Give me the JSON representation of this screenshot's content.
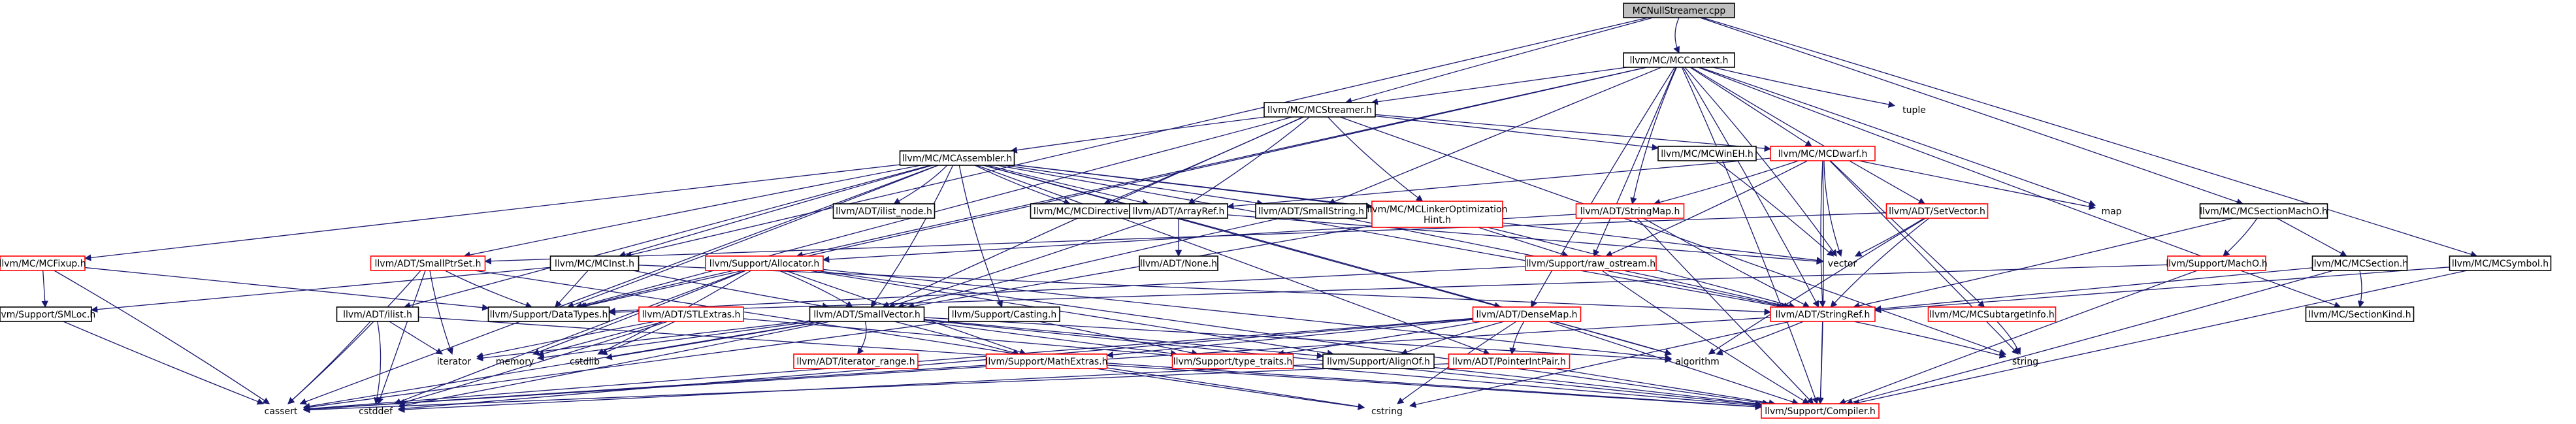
{
  "root": "MCNullStreamer.cpp",
  "nodes": [
    {
      "id": "root",
      "label": "MCNullStreamer.cpp",
      "style": "root"
    },
    {
      "id": "mccontext",
      "label": "llvm/MC/MCContext.h",
      "style": "black"
    },
    {
      "id": "tuple",
      "label": "tuple",
      "style": "plain"
    },
    {
      "id": "mcstreamer",
      "label": "llvm/MC/MCStreamer.h",
      "style": "black"
    },
    {
      "id": "mcdwarf",
      "label": "llvm/MC/MCDwarf.h",
      "style": "red"
    },
    {
      "id": "mcwinhe",
      "label": "llvm/MC/MCWinEH.h",
      "style": "black"
    },
    {
      "id": "mcassembler",
      "label": "llvm/MC/MCAssembler.h",
      "style": "black"
    },
    {
      "id": "map",
      "label": "map",
      "style": "plain"
    },
    {
      "id": "mcsectionmacho",
      "label": "llvm/MC/MCSectionMachO.h",
      "style": "black"
    },
    {
      "id": "mcsymbol",
      "label": "llvm/MC/MCSymbol.h",
      "style": "black"
    },
    {
      "id": "ilistnode",
      "label": "llvm/ADT/ilist_node.h",
      "style": "black"
    },
    {
      "id": "mcdirectives",
      "label": "llvm/MC/MCDirectives.h",
      "style": "black"
    },
    {
      "id": "arrayref",
      "label": "llvm/ADT/ArrayRef.h",
      "style": "black"
    },
    {
      "id": "smallstring",
      "label": "llvm/ADT/SmallString.h",
      "style": "black"
    },
    {
      "id": "mclinker",
      "label": "llvm/MC/MCLinkerOptimization\nHint.h",
      "style": "red"
    },
    {
      "id": "stringmap",
      "label": "llvm/ADT/StringMap.h",
      "style": "red"
    },
    {
      "id": "setvector",
      "label": "llvm/ADT/SetVector.h",
      "style": "red"
    },
    {
      "id": "mcfixup",
      "label": "llvm/MC/MCFixup.h",
      "style": "red"
    },
    {
      "id": "smallptrset",
      "label": "llvm/ADT/SmallPtrSet.h",
      "style": "red"
    },
    {
      "id": "mcinst",
      "label": "llvm/MC/MCInst.h",
      "style": "black"
    },
    {
      "id": "allocator",
      "label": "llvm/Support/Allocator.h",
      "style": "red"
    },
    {
      "id": "none",
      "label": "llvm/ADT/None.h",
      "style": "black"
    },
    {
      "id": "rawostream",
      "label": "llvm/Support/raw_ostream.h",
      "style": "red"
    },
    {
      "id": "vector",
      "label": "vector",
      "style": "plain"
    },
    {
      "id": "macho",
      "label": "llvm/Support/MachO.h",
      "style": "red"
    },
    {
      "id": "mcsection",
      "label": "llvm/MC/MCSection.h",
      "style": "black"
    },
    {
      "id": "smloc",
      "label": "llvm/Support/SMLoc.h",
      "style": "black"
    },
    {
      "id": "ilist",
      "label": "llvm/ADT/ilist.h",
      "style": "black"
    },
    {
      "id": "datatypes",
      "label": "llvm/Support/DataTypes.h",
      "style": "black"
    },
    {
      "id": "stlextras",
      "label": "llvm/ADT/STLExtras.h",
      "style": "red"
    },
    {
      "id": "smallvector",
      "label": "llvm/ADT/SmallVector.h",
      "style": "black"
    },
    {
      "id": "casting",
      "label": "llvm/Support/Casting.h",
      "style": "black"
    },
    {
      "id": "densemap",
      "label": "llvm/ADT/DenseMap.h",
      "style": "red"
    },
    {
      "id": "stringref",
      "label": "llvm/ADT/StringRef.h",
      "style": "red"
    },
    {
      "id": "mcsubtarget",
      "label": "llvm/MC/MCSubtargetInfo.h",
      "style": "red"
    },
    {
      "id": "sectionkind",
      "label": "llvm/MC/SectionKind.h",
      "style": "black"
    },
    {
      "id": "iterator",
      "label": "iterator",
      "style": "plain"
    },
    {
      "id": "memory",
      "label": "memory",
      "style": "plain"
    },
    {
      "id": "cstdlib",
      "label": "cstdlib",
      "style": "plain"
    },
    {
      "id": "iteratorrange",
      "label": "llvm/ADT/iterator_range.h",
      "style": "red"
    },
    {
      "id": "typetraits",
      "label": "llvm/Support/type_traits.h",
      "style": "red"
    },
    {
      "id": "alignof",
      "label": "llvm/Support/AlignOf.h",
      "style": "black"
    },
    {
      "id": "pointerintpair",
      "label": "llvm/ADT/PointerIntPair.h",
      "style": "red"
    },
    {
      "id": "algorithm",
      "label": "algorithm",
      "style": "plain"
    },
    {
      "id": "string",
      "label": "string",
      "style": "plain"
    },
    {
      "id": "mathextras",
      "label": "llvm/Support/MathExtras.h",
      "style": "red"
    },
    {
      "id": "cassert",
      "label": "cassert",
      "style": "plain"
    },
    {
      "id": "cstddef",
      "label": "cstddef",
      "style": "plain"
    },
    {
      "id": "cstring",
      "label": "cstring",
      "style": "plain"
    },
    {
      "id": "compiler",
      "label": "llvm/Support/Compiler.h",
      "style": "red"
    }
  ],
  "edges": [
    [
      "root",
      "mccontext"
    ],
    [
      "root",
      "mcstreamer"
    ],
    [
      "root",
      "mcinst"
    ],
    [
      "root",
      "mcsectionmacho"
    ],
    [
      "root",
      "mcsymbol"
    ],
    [
      "mccontext",
      "tuple"
    ],
    [
      "mccontext",
      "mcstreamer"
    ],
    [
      "mccontext",
      "mcdwarf"
    ],
    [
      "mccontext",
      "map"
    ],
    [
      "mccontext",
      "vector"
    ],
    [
      "mccontext",
      "stringmap"
    ],
    [
      "mccontext",
      "setvector"
    ],
    [
      "mccontext",
      "smallstring"
    ],
    [
      "mccontext",
      "stringref"
    ],
    [
      "mccontext",
      "compiler"
    ],
    [
      "mccontext",
      "sectionkind"
    ],
    [
      "mccontext",
      "densemap"
    ],
    [
      "mccontext",
      "rawostream"
    ],
    [
      "mccontext",
      "allocator"
    ],
    [
      "mccontext",
      "datatypes"
    ],
    [
      "mcstreamer",
      "mcassembler"
    ],
    [
      "mcstreamer",
      "mcdwarf"
    ],
    [
      "mcstreamer",
      "mcwinhe"
    ],
    [
      "mcstreamer",
      "mcdirectives"
    ],
    [
      "mcstreamer",
      "arrayref"
    ],
    [
      "mcstreamer",
      "mclinker"
    ],
    [
      "mcstreamer",
      "smallvector"
    ],
    [
      "mcstreamer",
      "datatypes"
    ],
    [
      "mcstreamer",
      "string"
    ],
    [
      "mcdwarf",
      "stringmap"
    ],
    [
      "mcdwarf",
      "vector"
    ],
    [
      "mcdwarf",
      "map"
    ],
    [
      "mcdwarf",
      "string"
    ],
    [
      "mcdwarf",
      "compiler"
    ],
    [
      "mcdwarf",
      "rawostream"
    ],
    [
      "mcdwarf",
      "arrayref"
    ],
    [
      "mcdwarf",
      "stringref"
    ],
    [
      "mcdwarf",
      "mcsubtarget"
    ],
    [
      "mcwinhe",
      "vector"
    ],
    [
      "mcassembler",
      "ilistnode"
    ],
    [
      "mcassembler",
      "mcdirectives"
    ],
    [
      "mcassembler",
      "arrayref"
    ],
    [
      "mcassembler",
      "smallstring"
    ],
    [
      "mcassembler",
      "mclinker"
    ],
    [
      "mcassembler",
      "mcfixup"
    ],
    [
      "mcassembler",
      "smallptrset"
    ],
    [
      "mcassembler",
      "mcinst"
    ],
    [
      "mcassembler",
      "ilist"
    ],
    [
      "mcassembler",
      "datatypes"
    ],
    [
      "mcassembler",
      "smallvector"
    ],
    [
      "mcassembler",
      "casting"
    ],
    [
      "mcassembler",
      "densemap"
    ],
    [
      "mcassembler",
      "vector"
    ],
    [
      "mcassembler",
      "pointerintpair"
    ],
    [
      "mcassembler",
      "algorithm"
    ],
    [
      "mcassembler",
      "stringref"
    ],
    [
      "mcassembler",
      "cassert"
    ],
    [
      "mcsectionmacho",
      "mcsection"
    ],
    [
      "mcsectionmacho",
      "macho"
    ],
    [
      "mcsectionmacho",
      "stringref"
    ],
    [
      "mcsymbol",
      "stringref"
    ],
    [
      "mcsymbol",
      "compiler"
    ],
    [
      "arrayref",
      "none"
    ],
    [
      "arrayref",
      "smallvector"
    ],
    [
      "arrayref",
      "vector"
    ],
    [
      "smallstring",
      "smallvector"
    ],
    [
      "smallstring",
      "stringref"
    ],
    [
      "mclinker",
      "rawostream"
    ],
    [
      "mclinker",
      "smallvector"
    ],
    [
      "mclinker",
      "stringref"
    ],
    [
      "stringmap",
      "allocator"
    ],
    [
      "stringmap",
      "stringref"
    ],
    [
      "stringmap",
      "compiler"
    ],
    [
      "setvector",
      "vector"
    ],
    [
      "setvector",
      "smallptrset"
    ],
    [
      "setvector",
      "stringref"
    ],
    [
      "setvector",
      "algorithm"
    ],
    [
      "mcfixup",
      "smloc"
    ],
    [
      "mcfixup",
      "datatypes"
    ],
    [
      "mcfixup",
      "cassert"
    ],
    [
      "smallptrset",
      "datatypes"
    ],
    [
      "smallptrset",
      "iterator"
    ],
    [
      "smallptrset",
      "cstddef"
    ],
    [
      "smallptrset",
      "cstring"
    ],
    [
      "smallptrset",
      "cassert"
    ],
    [
      "mcinst",
      "smallvector"
    ],
    [
      "mcinst",
      "smloc"
    ],
    [
      "mcinst",
      "datatypes"
    ],
    [
      "mcinst",
      "stringref"
    ],
    [
      "allocator",
      "smallvector"
    ],
    [
      "allocator",
      "alignof"
    ],
    [
      "allocator",
      "datatypes"
    ],
    [
      "allocator",
      "mathextras"
    ],
    [
      "allocator",
      "memory"
    ],
    [
      "allocator",
      "cstdlib"
    ],
    [
      "allocator",
      "compiler"
    ],
    [
      "allocator",
      "cstddef"
    ],
    [
      "allocator",
      "algorithm"
    ],
    [
      "rawostream",
      "stringref"
    ],
    [
      "rawostream",
      "datatypes"
    ],
    [
      "rawostream",
      "compiler"
    ],
    [
      "macho",
      "compiler"
    ],
    [
      "macho",
      "datatypes"
    ],
    [
      "mcsection",
      "sectionkind"
    ],
    [
      "mcsection",
      "compiler"
    ],
    [
      "mcsection",
      "stringref"
    ],
    [
      "smloc",
      "cassert"
    ],
    [
      "ilist",
      "iterator"
    ],
    [
      "ilist",
      "cassert"
    ],
    [
      "ilist",
      "cstddef"
    ],
    [
      "ilist",
      "compiler"
    ],
    [
      "stlextras",
      "iterator"
    ],
    [
      "stlextras",
      "memory"
    ],
    [
      "stlextras",
      "cstdlib"
    ],
    [
      "stlextras",
      "cstddef"
    ],
    [
      "stlextras",
      "compiler"
    ],
    [
      "smallvector",
      "iterator"
    ],
    [
      "smallvector",
      "memory"
    ],
    [
      "smallvector",
      "cstdlib"
    ],
    [
      "smallvector",
      "iteratorrange"
    ],
    [
      "smallvector",
      "typetraits"
    ],
    [
      "smallvector",
      "alignof"
    ],
    [
      "smallvector",
      "mathextras"
    ],
    [
      "smallvector",
      "cassert"
    ],
    [
      "smallvector",
      "cstddef"
    ],
    [
      "smallvector",
      "compiler"
    ],
    [
      "smallvector",
      "algorithm"
    ],
    [
      "casting",
      "typetraits"
    ],
    [
      "casting",
      "cassert"
    ],
    [
      "densemap",
      "typetraits"
    ],
    [
      "densemap",
      "alignof"
    ],
    [
      "densemap",
      "pointerintpair"
    ],
    [
      "densemap",
      "mathextras"
    ],
    [
      "densemap",
      "algorithm"
    ],
    [
      "densemap",
      "cassert"
    ],
    [
      "densemap",
      "cstddef"
    ],
    [
      "densemap",
      "cstring"
    ],
    [
      "densemap",
      "compiler"
    ],
    [
      "stringref",
      "algorithm"
    ],
    [
      "stringref",
      "string"
    ],
    [
      "stringref",
      "cassert"
    ],
    [
      "stringref",
      "cstring"
    ],
    [
      "stringref",
      "compiler"
    ],
    [
      "mcsubtarget",
      "string"
    ],
    [
      "alignof",
      "compiler"
    ],
    [
      "alignof",
      "cstddef"
    ],
    [
      "pointerintpair",
      "compiler"
    ],
    [
      "pointerintpair",
      "cassert"
    ],
    [
      "mathextras",
      "compiler"
    ],
    [
      "mathextras",
      "cassert"
    ],
    [
      "mathextras",
      "cstring"
    ]
  ]
}
